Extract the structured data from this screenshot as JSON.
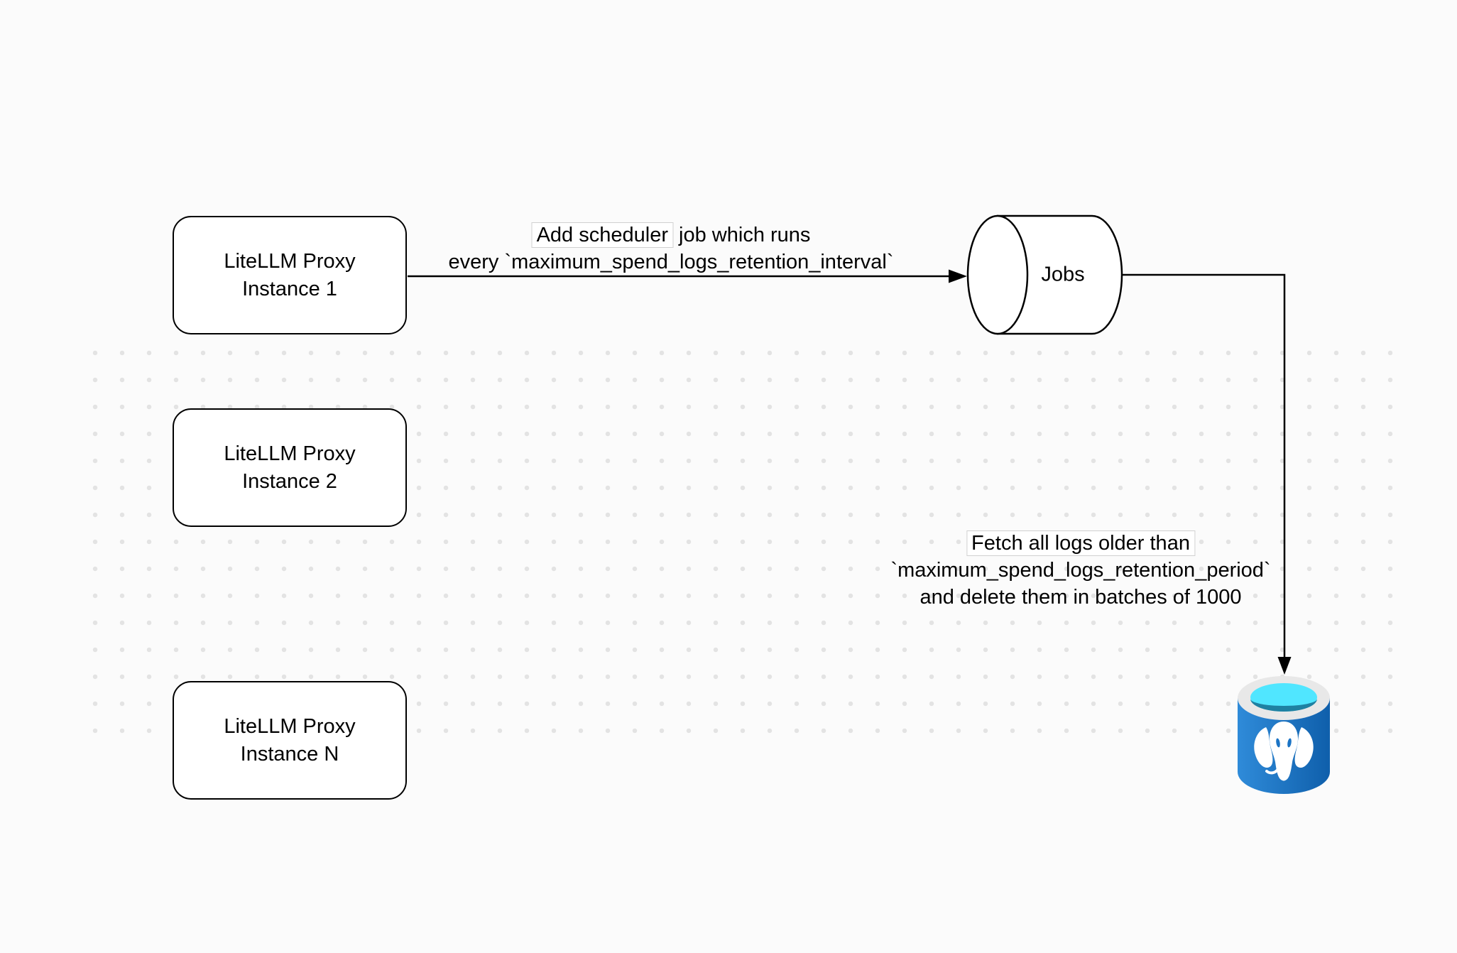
{
  "background": {
    "canvas_color": "#fbfbfb",
    "dot_color": "#e3e3e3"
  },
  "nodes": {
    "instance1": {
      "line1": "LiteLLM Proxy",
      "line2": "Instance 1"
    },
    "instance2": {
      "line1": "LiteLLM Proxy",
      "line2": "Instance 2"
    },
    "instanceN": {
      "line1": "LiteLLM Proxy",
      "line2": "Instance N"
    },
    "jobs": {
      "label": "Jobs"
    }
  },
  "edges": {
    "scheduler": {
      "line1_boxed": "Add scheduler",
      "line1_rest": " job which runs",
      "line2": "every `maximum_spend_logs_retention_interval`"
    },
    "cleanup": {
      "line1": "Fetch all logs older than",
      "line2": "`maximum_spend_logs_retention_period`",
      "line3": "and delete them in batches of 1000"
    }
  },
  "icons": {
    "postgres": {
      "name": "postgresql-database-icon",
      "body_gradient_start": "#2f8bd9",
      "body_gradient_end": "#0f5fab",
      "rim_color": "#e8e8e8",
      "opening_color": "#50e6ff",
      "opening_shadow_color": "#1e81a2",
      "elephant_color": "#ffffff",
      "eye_color": "#1b74c5"
    }
  },
  "stroke_color": "#000000"
}
